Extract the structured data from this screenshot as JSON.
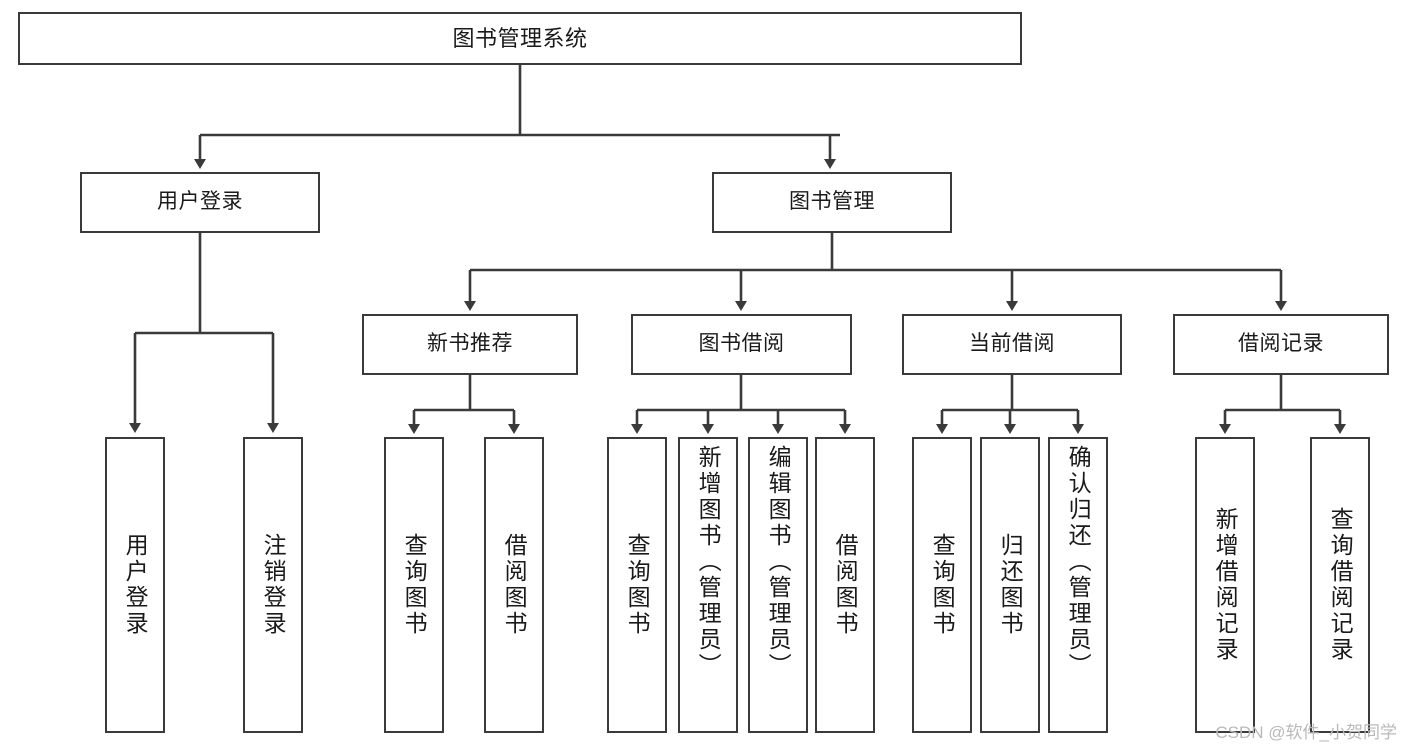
{
  "diagram": {
    "title": "图书管理系统",
    "type": "functional-structure-tree",
    "colors": {
      "box_border": "#3a3a3a",
      "box_fill": "#ffffff",
      "connector": "#3a3a3a",
      "text": "#1a1a1a",
      "watermark": "#b9b9b9",
      "background": "#ffffff"
    },
    "root": {
      "label": "图书管理系统"
    },
    "level1": [
      {
        "id": "user-login",
        "label": "用户登录"
      },
      {
        "id": "book-manage",
        "label": "图书管理"
      }
    ],
    "level2": [
      {
        "id": "new-book-recommend",
        "label": "新书推荐",
        "parent": "book-manage"
      },
      {
        "id": "book-borrow",
        "label": "图书借阅",
        "parent": "book-manage"
      },
      {
        "id": "current-borrow",
        "label": "当前借阅",
        "parent": "book-manage"
      },
      {
        "id": "borrow-record",
        "label": "借阅记录",
        "parent": "book-manage"
      }
    ],
    "leaves": {
      "user_login": [
        {
          "id": "leaf-user-login",
          "label": "用户登录"
        },
        {
          "id": "leaf-logout",
          "label": "注销登录"
        }
      ],
      "new_book_recommend": [
        {
          "id": "leaf-query-book-1",
          "label": "查询图书"
        },
        {
          "id": "leaf-borrow-book-1",
          "label": "借阅图书"
        }
      ],
      "book_borrow": [
        {
          "id": "leaf-query-book-2",
          "label": "查询图书"
        },
        {
          "id": "leaf-add-book",
          "label": "新增图书（管理员）"
        },
        {
          "id": "leaf-edit-book",
          "label": "编辑图书（管理员）"
        },
        {
          "id": "leaf-borrow-book-2",
          "label": "借阅图书"
        }
      ],
      "current_borrow": [
        {
          "id": "leaf-query-book-3",
          "label": "查询图书"
        },
        {
          "id": "leaf-return-book",
          "label": "归还图书"
        },
        {
          "id": "leaf-confirm-return",
          "label": "确认归还（管理员）"
        }
      ],
      "borrow_record": [
        {
          "id": "leaf-add-record",
          "label": "新增借阅记录"
        },
        {
          "id": "leaf-query-record",
          "label": "查询借阅记录"
        }
      ]
    }
  },
  "watermark": {
    "text": "CSDN @软件_小贺同学"
  }
}
